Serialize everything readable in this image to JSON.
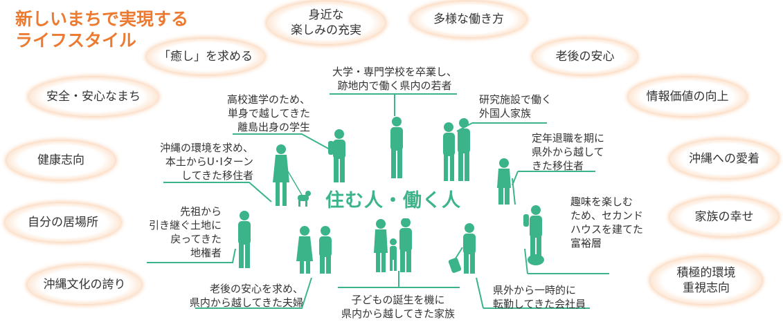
{
  "title": "新しいまちで実現する\nライフスタイル",
  "center": "住む人・働く人",
  "colors": {
    "title": "#ec7a30",
    "green": "#3bb48a",
    "bubble_edge": "#f7c9a4"
  },
  "values": [
    "身近な\n楽しみの充実",
    "多様な働き方",
    "「癒し」を求める",
    "老後の安心",
    "安全・安心なまち",
    "情報価値の向上",
    "健康志向",
    "沖縄への愛着",
    "自分の居場所",
    "家族の幸せ",
    "沖縄文化の誇り",
    "積極的環境\n重視志向"
  ],
  "people": [
    "大学・専門学校を卒業し、\n跡地内で働く県内の若者",
    "高校進学のため、\n単身で越してきた\n離島出身の学生",
    "研究施設で働く\n外国人家族",
    "沖縄の環境を求め、\n本土からU･Iターン\nしてきた移住者",
    "定年退職を期に\n県外から越して\nきた移住者",
    "先祖から\n引き継ぐ土地に\n戻ってきた\n地権者",
    "趣味を楽しむ\nため、セカンド\nハウスを建てた\n富裕層",
    "老後の安心を求め、\n県内から越してきた夫婦",
    "子どもの誕生を機に\n県内から越してきた家族",
    "県外から一時的に\n転勤してきた会社員"
  ]
}
